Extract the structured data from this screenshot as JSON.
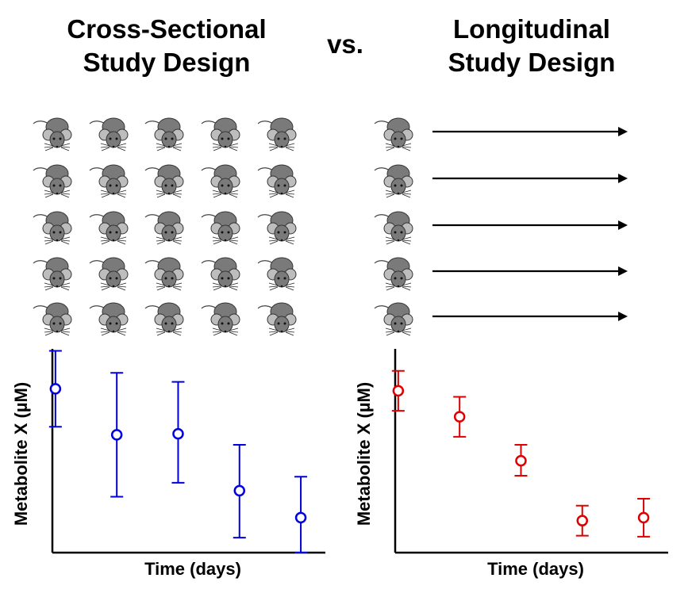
{
  "titles": {
    "left_line1": "Cross-Sectional",
    "left_line2": "Study Design",
    "vs": "vs.",
    "right_line1": "Longitudinal",
    "right_line2": "Study Design"
  },
  "icons": {
    "subject": "mouse-icon",
    "timeline": "arrow-right-icon"
  },
  "colors": {
    "cross_sectional": "#0000dd",
    "longitudinal": "#dd0000",
    "mouse_body": "#7a7a7a",
    "mouse_ear": "#bdbdbd"
  },
  "chart_data": [
    {
      "type": "scatter",
      "name": "cross-sectional",
      "xlabel": "Time (days)",
      "ylabel": "Metabolite X (µM)",
      "x": [
        1,
        2,
        3,
        4,
        5
      ],
      "y": [
        8.2,
        5.9,
        5.95,
        3.1,
        1.75
      ],
      "err_low": [
        6.3,
        2.8,
        3.5,
        0.75,
        0.0
      ],
      "err_high": [
        10.1,
        9.0,
        8.55,
        5.4,
        3.8
      ],
      "ylim": [
        0,
        10.2
      ],
      "xlim": [
        0.95,
        5.4
      ],
      "grid": false,
      "color": "#0000dd"
    },
    {
      "type": "scatter",
      "name": "longitudinal",
      "xlabel": "Time (days)",
      "ylabel": "Metabolite X (µM)",
      "x": [
        1,
        2,
        3,
        4,
        5
      ],
      "y": [
        8.1,
        6.8,
        4.6,
        1.6,
        1.75
      ],
      "err_low": [
        7.1,
        5.8,
        3.85,
        0.85,
        0.8
      ],
      "err_high": [
        9.1,
        7.8,
        5.4,
        2.35,
        2.7
      ],
      "ylim": [
        0,
        10.2
      ],
      "xlim": [
        0.95,
        5.4
      ],
      "grid": false,
      "color": "#dd0000"
    }
  ]
}
